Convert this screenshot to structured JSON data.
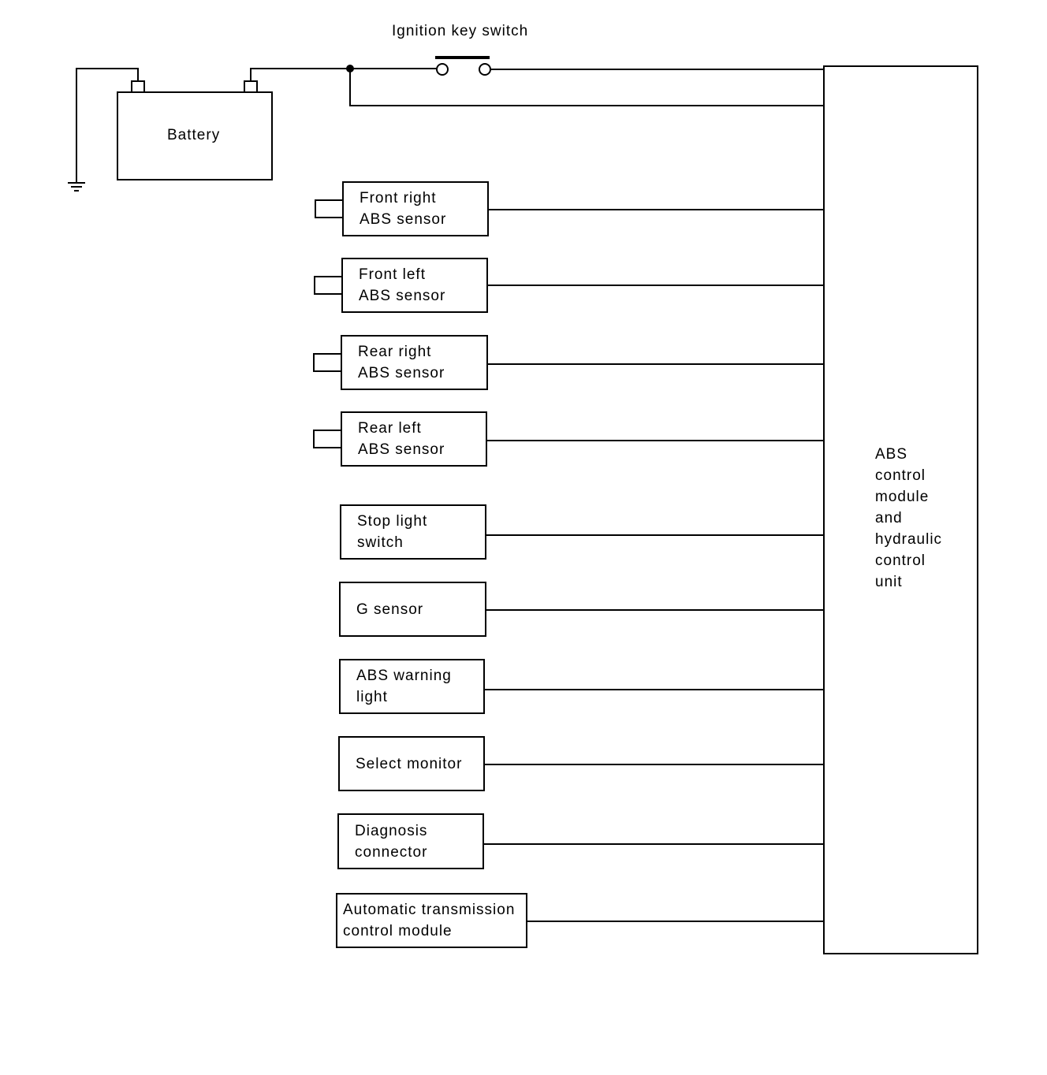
{
  "ignition": {
    "label": "Ignition key switch"
  },
  "battery": {
    "label": "Battery"
  },
  "control_unit": {
    "lines": [
      "ABS",
      "control",
      "module",
      "and",
      "hydraulic",
      "control",
      "unit"
    ]
  },
  "components": [
    {
      "id": "front-right-abs-sensor",
      "lines": [
        "Front right",
        "ABS sensor"
      ],
      "coil": true
    },
    {
      "id": "front-left-abs-sensor",
      "lines": [
        "Front left",
        "ABS sensor"
      ],
      "coil": true
    },
    {
      "id": "rear-right-abs-sensor",
      "lines": [
        "Rear right",
        "ABS sensor"
      ],
      "coil": true
    },
    {
      "id": "rear-left-abs-sensor",
      "lines": [
        "Rear left",
        "ABS sensor"
      ],
      "coil": true
    },
    {
      "id": "stop-light-switch",
      "lines": [
        "Stop light",
        "switch"
      ],
      "coil": false
    },
    {
      "id": "g-sensor",
      "lines": [
        "G sensor"
      ],
      "coil": false
    },
    {
      "id": "abs-warning-light",
      "lines": [
        "ABS warning",
        "light"
      ],
      "coil": false
    },
    {
      "id": "select-monitor",
      "lines": [
        "Select monitor"
      ],
      "coil": false
    },
    {
      "id": "diagnosis-connector",
      "lines": [
        "Diagnosis",
        "connector"
      ],
      "coil": false
    },
    {
      "id": "automatic-transmission-control-module",
      "lines": [
        "Automatic transmission",
        "control module"
      ],
      "coil": false
    }
  ]
}
